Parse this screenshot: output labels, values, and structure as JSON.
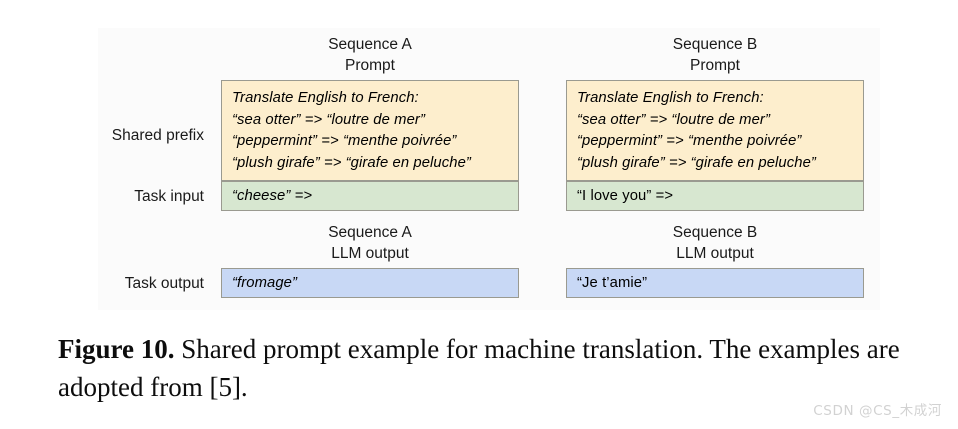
{
  "figure": {
    "panel_bg": "#fbfbfb",
    "columns": [
      {
        "id": "a",
        "prompt_header": "Sequence A\nPrompt",
        "output_header": "Sequence A\nLLM output",
        "shared_prefix": "Translate English to French:\n“sea otter” => “loutre de mer”\n“peppermint” => “menthe poivrée”\n“plush girafe” => “girafe en peluche”",
        "task_input": "“cheese” =>",
        "task_output": "“fromage”"
      },
      {
        "id": "b",
        "prompt_header": "Sequence B\nPrompt",
        "output_header": "Sequence B\nLLM output",
        "shared_prefix": "Translate English to French:\n“sea otter” => “loutre de mer”\n“peppermint” => “menthe poivrée”\n“plush girafe” => “girafe en peluche”",
        "task_input": "“I love you” =>",
        "task_output": "“Je t’amie”"
      }
    ],
    "row_labels": {
      "shared_prefix": "Shared prefix",
      "task_input": "Task input",
      "task_output": "Task output"
    },
    "colors": {
      "prefix_box": "#fdeecd",
      "input_box": "#d7e7d0",
      "output_box": "#c8d8f5",
      "box_border": "#9a9a90"
    }
  },
  "caption": {
    "label": "Figure 10.",
    "text": " Shared prompt example for machine translation. The examples are adopted from [5]."
  },
  "watermark": {
    "text": "CSDN @CS_木成河"
  }
}
